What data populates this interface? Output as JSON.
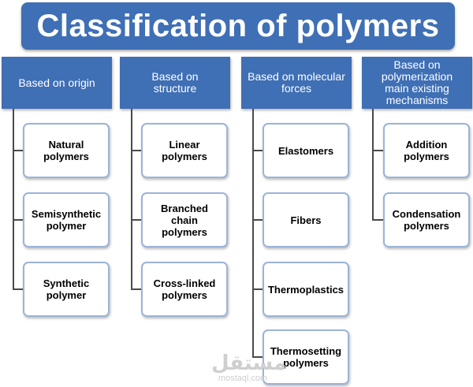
{
  "title": "Classification of polymers",
  "accent_color": "#3f6fb5",
  "columns": [
    {
      "label": "Based on origin",
      "items": [
        "Natural polymers",
        "Semisynthetic polymer",
        "Synthetic polymer"
      ]
    },
    {
      "label": "Based on structure",
      "items": [
        "Linear polymers",
        "Branched chain polymers",
        "Cross-linked polymers"
      ]
    },
    {
      "label": "Based on molecular forces",
      "items": [
        "Elastomers",
        "Fibers",
        "Thermoplastics",
        "Thermosetting polymers"
      ]
    },
    {
      "label": "Based on polymerization main existing mechanisms",
      "items": [
        "Addition polymers",
        "Condensation polymers"
      ]
    }
  ],
  "watermark": {
    "arabic": "مستقل",
    "latin": "mostaql.com"
  }
}
